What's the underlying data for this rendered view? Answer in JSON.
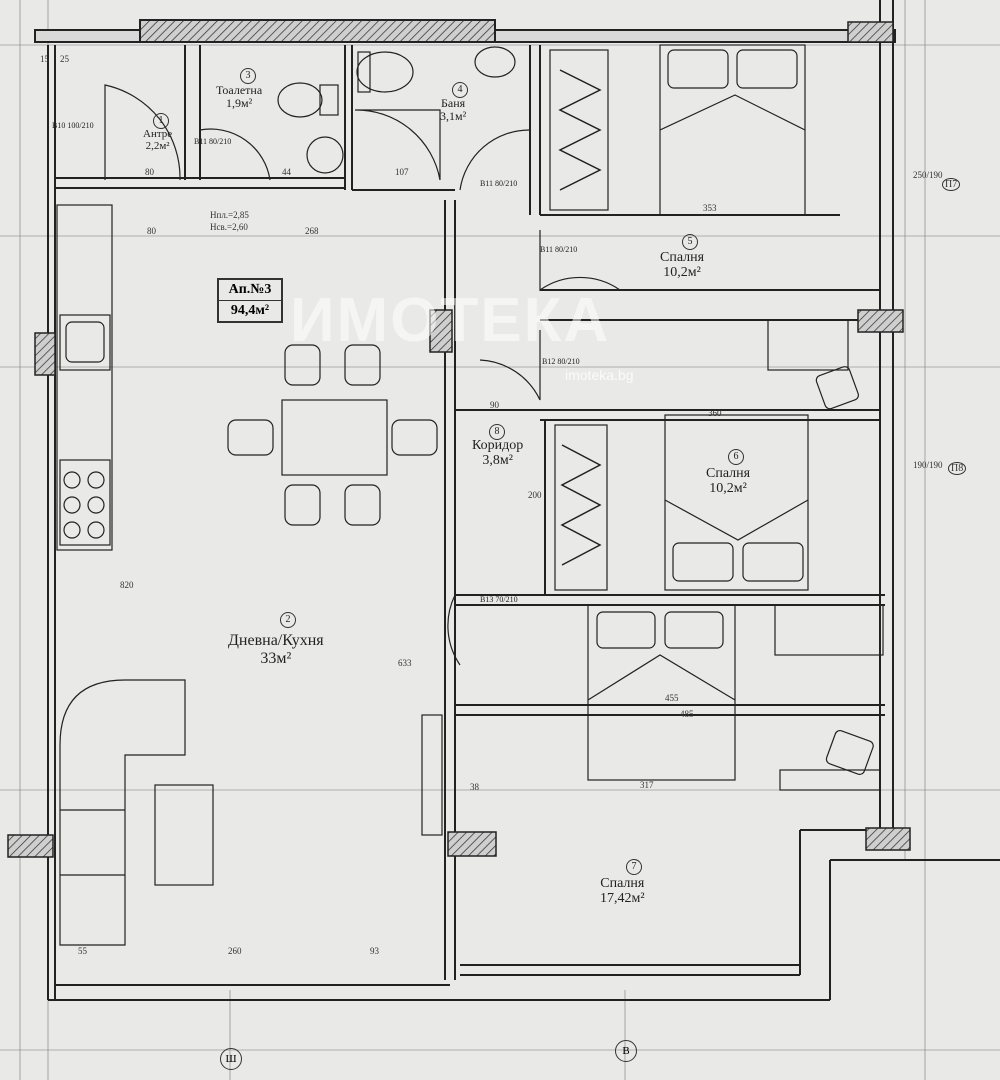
{
  "apartment": {
    "name": "Ап.№3",
    "area": "94,4м²"
  },
  "rooms": [
    {
      "id": "antre",
      "number": "1",
      "name": "Антре",
      "area": "2,2м²"
    },
    {
      "id": "toilet",
      "number": "3",
      "name": "Тоалетна",
      "area": "1,9м²"
    },
    {
      "id": "bath",
      "number": "4",
      "name": "Баня",
      "area": "3,1м²"
    },
    {
      "id": "bed5",
      "number": "5",
      "name": "Спалня",
      "area": "10,2м²"
    },
    {
      "id": "living",
      "number": "2",
      "name": "Дневна/Кухня",
      "area": "33м²"
    },
    {
      "id": "corridor",
      "number": "8",
      "name": "Коридор",
      "area": "3,8м²"
    },
    {
      "id": "bed6",
      "number": "6",
      "name": "Спалня",
      "area": "10,2м²"
    },
    {
      "id": "bed7",
      "number": "7",
      "name": "Спалня",
      "area": "17,42м²"
    }
  ],
  "doors": [
    {
      "code": "B10",
      "size": "100/210"
    },
    {
      "code": "B11",
      "size": "80/210"
    },
    {
      "code": "B11",
      "size": "80/210"
    },
    {
      "code": "B11",
      "size": "80/210"
    },
    {
      "code": "B12",
      "size": "80/210"
    },
    {
      "code": "B13",
      "size": "70/210"
    }
  ],
  "heights": [
    "Hпл.=2,85",
    "Hсв.=2,60"
  ],
  "dimensions": [
    "15",
    "25",
    "80",
    "107",
    "44",
    "268",
    "80",
    "353",
    "90",
    "360",
    "820",
    "633",
    "455",
    "485",
    "317",
    "38",
    "260",
    "93",
    "55",
    "200",
    "250/190",
    "190/190"
  ],
  "window_codes": [
    "П7",
    "П8"
  ],
  "axis_labels": [
    "Ш",
    "В"
  ],
  "watermark": {
    "logo": "ИМОТЕКА",
    "site": "imoteka.bg"
  }
}
